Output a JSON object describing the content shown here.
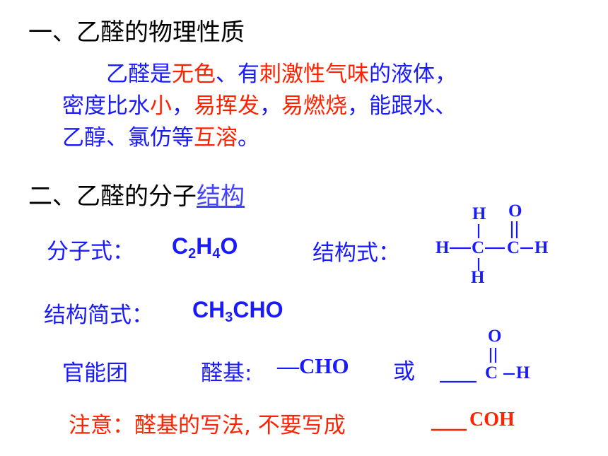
{
  "section1": {
    "title": "一、乙醛的物理性质",
    "line1": [
      {
        "t": "乙醛是",
        "c": "blue"
      },
      {
        "t": "无色",
        "c": "red"
      },
      {
        "t": "、有",
        "c": "blue"
      },
      {
        "t": "刺激性气味",
        "c": "red"
      },
      {
        "t": "的液体，",
        "c": "blue"
      }
    ],
    "line2": [
      {
        "t": "密度比水",
        "c": "blue"
      },
      {
        "t": "小",
        "c": "red"
      },
      {
        "t": "，",
        "c": "blue"
      },
      {
        "t": "易挥发",
        "c": "red"
      },
      {
        "t": "，",
        "c": "blue"
      },
      {
        "t": "易燃烧",
        "c": "red"
      },
      {
        "t": "，能跟水、",
        "c": "blue"
      }
    ],
    "line3": [
      {
        "t": "乙醇、氯仿等",
        "c": "blue"
      },
      {
        "t": "互溶",
        "c": "red"
      },
      {
        "t": "。",
        "c": "blue"
      }
    ]
  },
  "section2": {
    "title_prefix": "二、乙醛的分子",
    "title_link": "结构"
  },
  "molecular_formula": {
    "label": "分子式：",
    "C": "C",
    "sub1": "2",
    "H": "H",
    "sub2": "4",
    "O": "O"
  },
  "structural_formula": {
    "label": "结构式：",
    "H_left": "H",
    "C1": "C",
    "C2": "C",
    "H_right": "H",
    "H_top": "H",
    "H_bottom": "H",
    "O_top": "O"
  },
  "condensed_formula": {
    "label": "结构简式：",
    "part1": "CH",
    "sub": "3",
    "part2": "CHO"
  },
  "functional_group": {
    "label": "官能团",
    "name": "醛基:",
    "dash": "—",
    "formula": "CHO",
    "or": "或",
    "O": "O",
    "C": "C",
    "H": "H"
  },
  "note": {
    "label": "注意：",
    "text": "醛基的写法, 不要写成",
    "wrong_formula": "COH"
  }
}
